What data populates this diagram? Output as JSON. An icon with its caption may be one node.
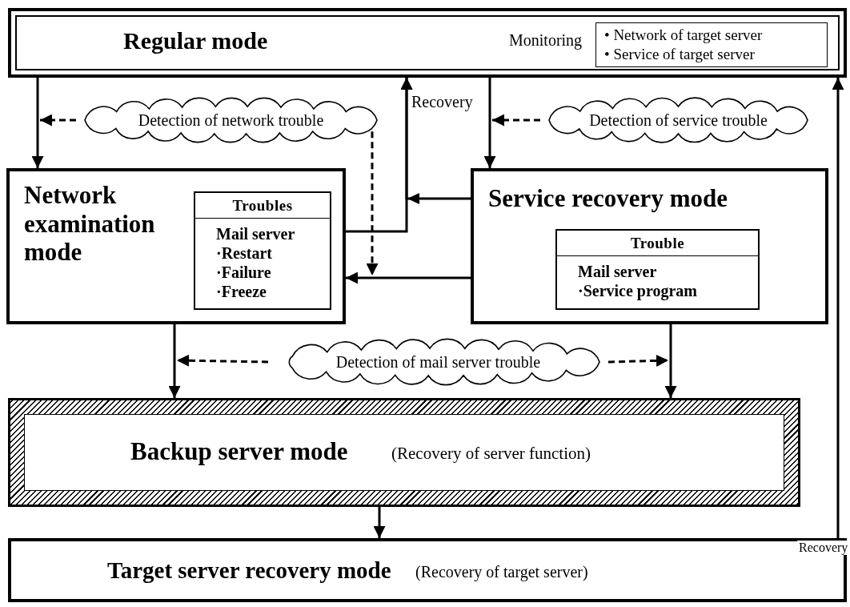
{
  "diagram": {
    "nodes": [
      {
        "text": [
          "Regular mode",
          "Monitoring"
        ]
      },
      {
        "text": [
          "• Network of target server",
          "• Service of target server"
        ],
        "in": 0
      },
      {
        "text": [
          "Detection of network trouble"
        ]
      },
      {
        "text": [
          "Detection of service trouble"
        ]
      },
      {
        "text": [
          "Network examination mode"
        ]
      },
      {
        "text": [
          "Troubles",
          "Mail server",
          "·Restart",
          "·Failure",
          "·Freeze"
        ],
        "in": 4
      },
      {
        "text": [
          "Service recovery mode"
        ]
      },
      {
        "text": [
          "Trouble",
          "Mail server",
          "·Service program"
        ],
        "in": 6
      },
      {
        "text": [
          "Detection of mail server trouble"
        ]
      },
      {
        "text": [
          "Backup server mode",
          "(Recovery of server function)"
        ]
      },
      {
        "text": [
          "Target server recovery mode",
          "(Recovery of target server)"
        ]
      }
    ],
    "edges": [
      {
        "from": 0,
        "to": 4,
        "arrow": "to"
      },
      {
        "from": 2,
        "to": null,
        "arrow": "to",
        "style": "dashed"
      },
      {
        "from": 2,
        "to": null,
        "arrow": "to",
        "style": "dashed"
      },
      {
        "from": 4,
        "to": 0,
        "arrow": "to",
        "label": "Recovery"
      },
      {
        "from": 6,
        "to": 0,
        "arrow": "to"
      },
      {
        "from": 6,
        "to": 4,
        "arrow": "to"
      },
      {
        "from": 0,
        "to": 6,
        "arrow": "to"
      },
      {
        "from": 3,
        "to": null,
        "arrow": "to",
        "style": "dashed"
      },
      {
        "from": 10,
        "to": 0,
        "arrow": "to",
        "label": "Recovery"
      },
      {
        "from": 4,
        "to": 9,
        "arrow": "to"
      },
      {
        "from": 8,
        "to": null,
        "arrow": "to",
        "style": "dashed"
      },
      {
        "from": 8,
        "to": null,
        "arrow": "to",
        "style": "dashed"
      },
      {
        "from": 6,
        "to": 9,
        "arrow": "to"
      },
      {
        "from": 9,
        "to": 10,
        "arrow": "to"
      }
    ]
  }
}
